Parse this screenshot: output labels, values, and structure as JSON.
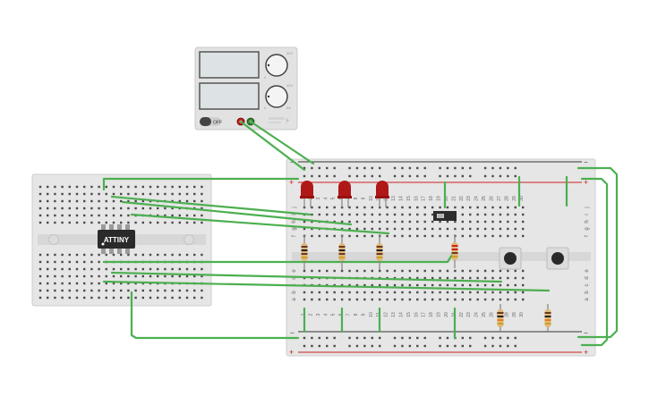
{
  "power_supply": {
    "off_label": "OFF",
    "voltage_knob_max": "30V",
    "voltage_knob_min": "0",
    "current_knob_max": "5A",
    "current_knob_mid": "32V",
    "current_knob_min": "0"
  },
  "chip": {
    "label": "ATTINY"
  },
  "breadboard": {
    "column_numbers": [
      "1",
      "2",
      "3",
      "4",
      "5",
      "6",
      "7",
      "8",
      "9",
      "10",
      "11",
      "12",
      "13",
      "14",
      "15",
      "16",
      "17",
      "18",
      "19",
      "20",
      "21",
      "22",
      "23",
      "24",
      "25",
      "26",
      "27",
      "28",
      "29",
      "30"
    ],
    "top_row_letters": [
      "j",
      "i",
      "h",
      "g",
      "f"
    ],
    "bottom_row_letters": [
      "e",
      "d",
      "c",
      "b",
      "a"
    ],
    "rail_plus": "+",
    "rail_minus": "−"
  },
  "colors": {
    "wire": "#4caf50",
    "led": "#b01818",
    "rail_red": "#cc2020",
    "rail_black": "#333333",
    "board": "#e6e6e6",
    "board_edge": "#cfcfcf"
  }
}
